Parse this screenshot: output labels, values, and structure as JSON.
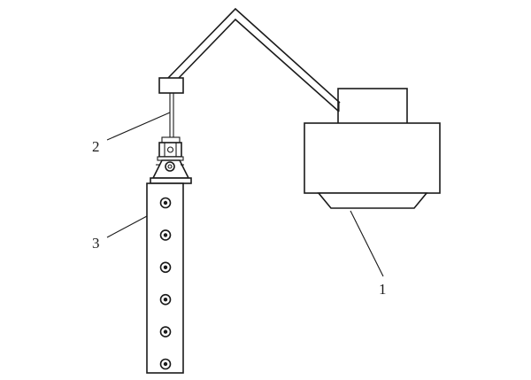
{
  "figure": {
    "labels": {
      "excavator_ref": "1",
      "cable_ref": "2",
      "pile_ref": "3"
    },
    "pile_hole_count": 6
  }
}
